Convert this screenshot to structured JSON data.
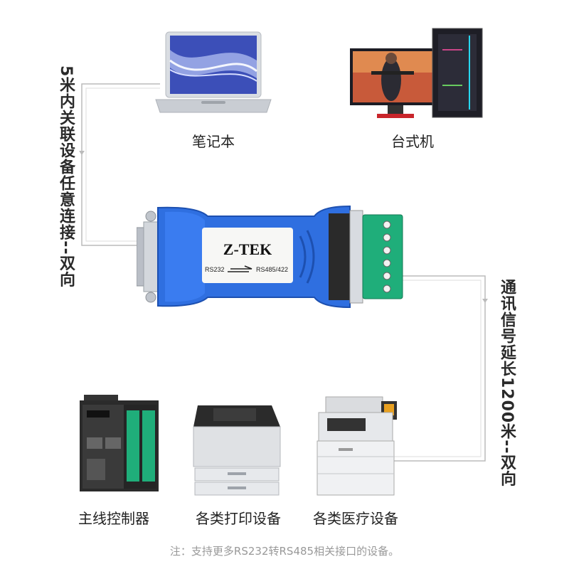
{
  "devices_top": [
    {
      "label": "笔记本"
    },
    {
      "label": "台式机"
    }
  ],
  "devices_bottom": [
    {
      "label": "主线控制器"
    },
    {
      "label": "各类打印设备"
    },
    {
      "label": "各类医疗设备"
    }
  ],
  "side_left": "5米内关联设备任意连接--双向",
  "side_right": "通讯信号延长1200米--双向",
  "adapter": {
    "brand": "Z-TEK",
    "port_left": "RS232",
    "port_right": "RS485/422",
    "color": "#2f6fe0"
  },
  "note": "注：支持更多RS232转RS485相关接口的设备。"
}
